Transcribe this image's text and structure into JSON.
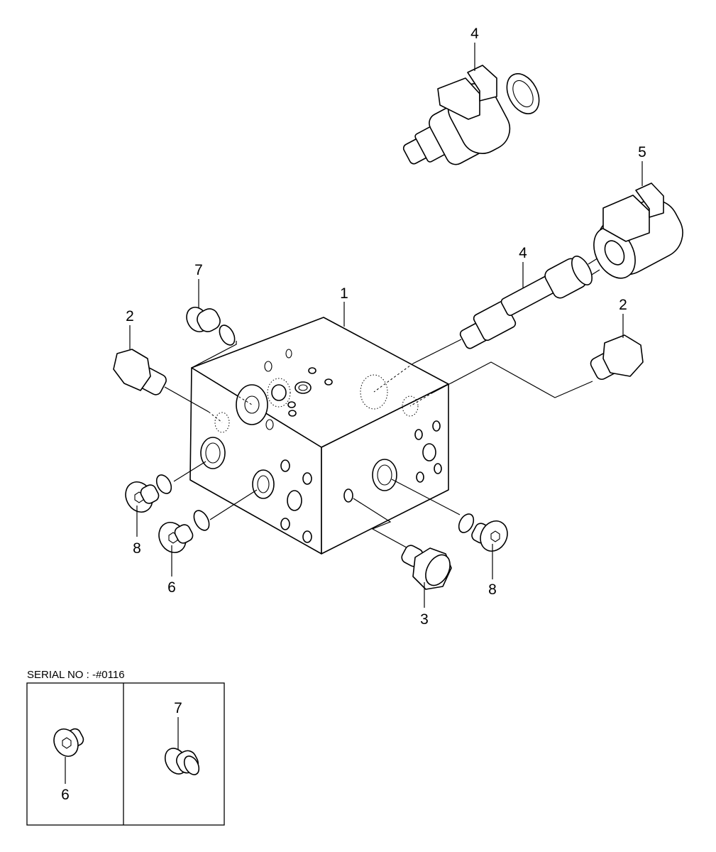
{
  "labels": {
    "main_block": "1",
    "plug_2_left": "2",
    "plug_2_right": "2",
    "plug_3": "3",
    "solenoid_top": "4",
    "cartridge_mid": "4",
    "coil_5": "5",
    "plug_6": "6",
    "plug_7": "7",
    "plug_8_left": "8",
    "plug_8_right": "8",
    "inset_6": "6",
    "inset_7": "7"
  },
  "inset": {
    "serial_text": "SERIAL NO : -#0116"
  }
}
